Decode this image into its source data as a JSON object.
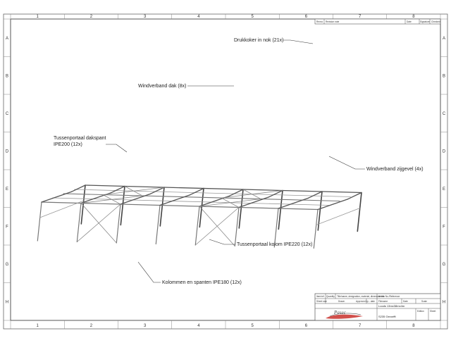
{
  "grid": {
    "columns": [
      "1",
      "2",
      "3",
      "4",
      "5",
      "6",
      "7",
      "8"
    ],
    "rows": [
      "A",
      "B",
      "C",
      "D",
      "E",
      "F",
      "G",
      "H"
    ]
  },
  "labels": {
    "drukkoker": "Drukkoker in nok (21x)",
    "windverband_dak": "Windverband dak (8x)",
    "tussenportaal_dakspant_1": "Tussenportaal dakspant",
    "tussenportaal_dakspant_2": "IPE200 (12x)",
    "windverband_zijgevel": "Windverband zijgevel (4x)",
    "tussenportaal_kolom": "Tussenportaal kolom IPE220 (12x)",
    "kolommen": "Kolommen en spanten IPE180 (12x)"
  },
  "revision_block": {
    "col_rev": "Revno",
    "col_note": "Revision note",
    "col_date": "Date",
    "col_signature": "Signature",
    "col_checked": "Checked"
  },
  "title_block": {
    "item": "Item/ref.",
    "quantity": "Quantity",
    "title_name": "Title/name, designation, material, dimension etc.",
    "article_no": "Article No./Reference",
    "sheet_size": "Sheet size",
    "drawn": "Drawn",
    "approved": "Approved by - date",
    "filename": "Filename",
    "date": "Date",
    "scale": "Scale",
    "drawing_title": "Loods 13mx38mx4m",
    "drawing_sub": "S235 Gevorfft",
    "edition": "Edition",
    "sheet": "Sheet",
    "logo_text": "Pasec"
  }
}
